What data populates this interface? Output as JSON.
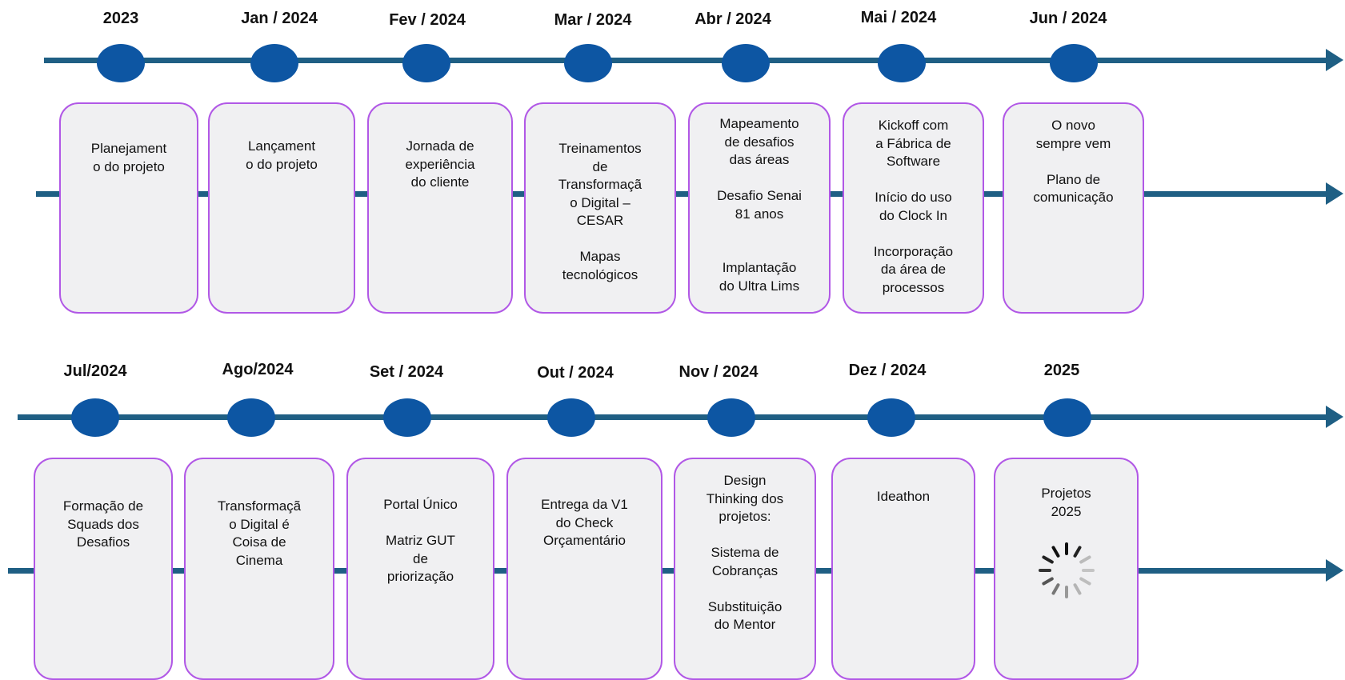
{
  "row1": {
    "dates": [
      "2023",
      "Jan / 2024",
      "Fev / 2024",
      "Mar / 2024",
      "Abr / 2024",
      "Mai / 2024",
      "Jun / 2024"
    ],
    "cards": [
      "Planejament\no do projeto",
      "Lançament\no do projeto",
      "Jornada de\nexperiência\ndo cliente",
      "Treinamentos\nde\nTransformaçã\no Digital –\nCESAR\n\nMapas\ntecnológicos",
      "Mapeamento\nde desafios\ndas áreas\n\nDesafio Senai\n81 anos\n\n\nImplantação\ndo Ultra Lims",
      "Kickoff com\na Fábrica de\nSoftware\n\nInício do uso\ndo Clock In\n\nIncorporação\nda área de\nprocessos",
      "O novo\nsempre vem\n\nPlano de\ncomunicação"
    ]
  },
  "row2": {
    "dates": [
      "Jul/2024",
      "Ago/2024",
      "Set / 2024",
      "Out / 2024",
      "Nov / 2024",
      "Dez / 2024",
      "2025"
    ],
    "cards": [
      "Formação de\nSquads dos\nDesafios",
      "Transformaçã\no Digital é\nCoisa de\nCinema",
      "Portal Único\n\nMatriz GUT\nde\npriorização",
      "Entrega da V1\ndo Check\nOrçamentário",
      "Design\nThinking dos\nprojetos:\n\nSistema de\nCobranças\n\nSubstituição\ndo Mentor",
      "Ideathon",
      "Projetos\n2025"
    ]
  },
  "colors": {
    "axis": "#1f5f84",
    "dot": "#0d56a3",
    "card_border": "#b158e6",
    "card_fill": "#f0f0f2"
  },
  "icons": {
    "pending": "loading-spinner-icon"
  }
}
